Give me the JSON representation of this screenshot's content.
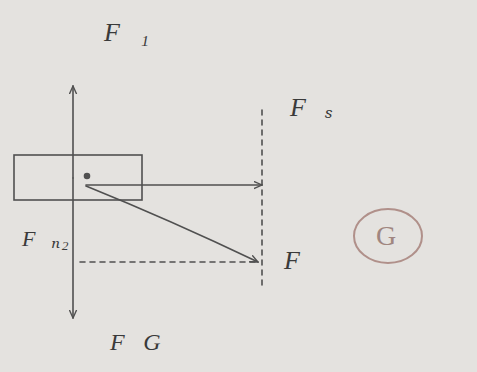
{
  "diagram": {
    "labels": [
      "F⃗₁",
      "F⃗ₛ",
      "F⃗",
      "F⃗ₙ₂",
      "F⃗G",
      "G"
    ]
  }
}
